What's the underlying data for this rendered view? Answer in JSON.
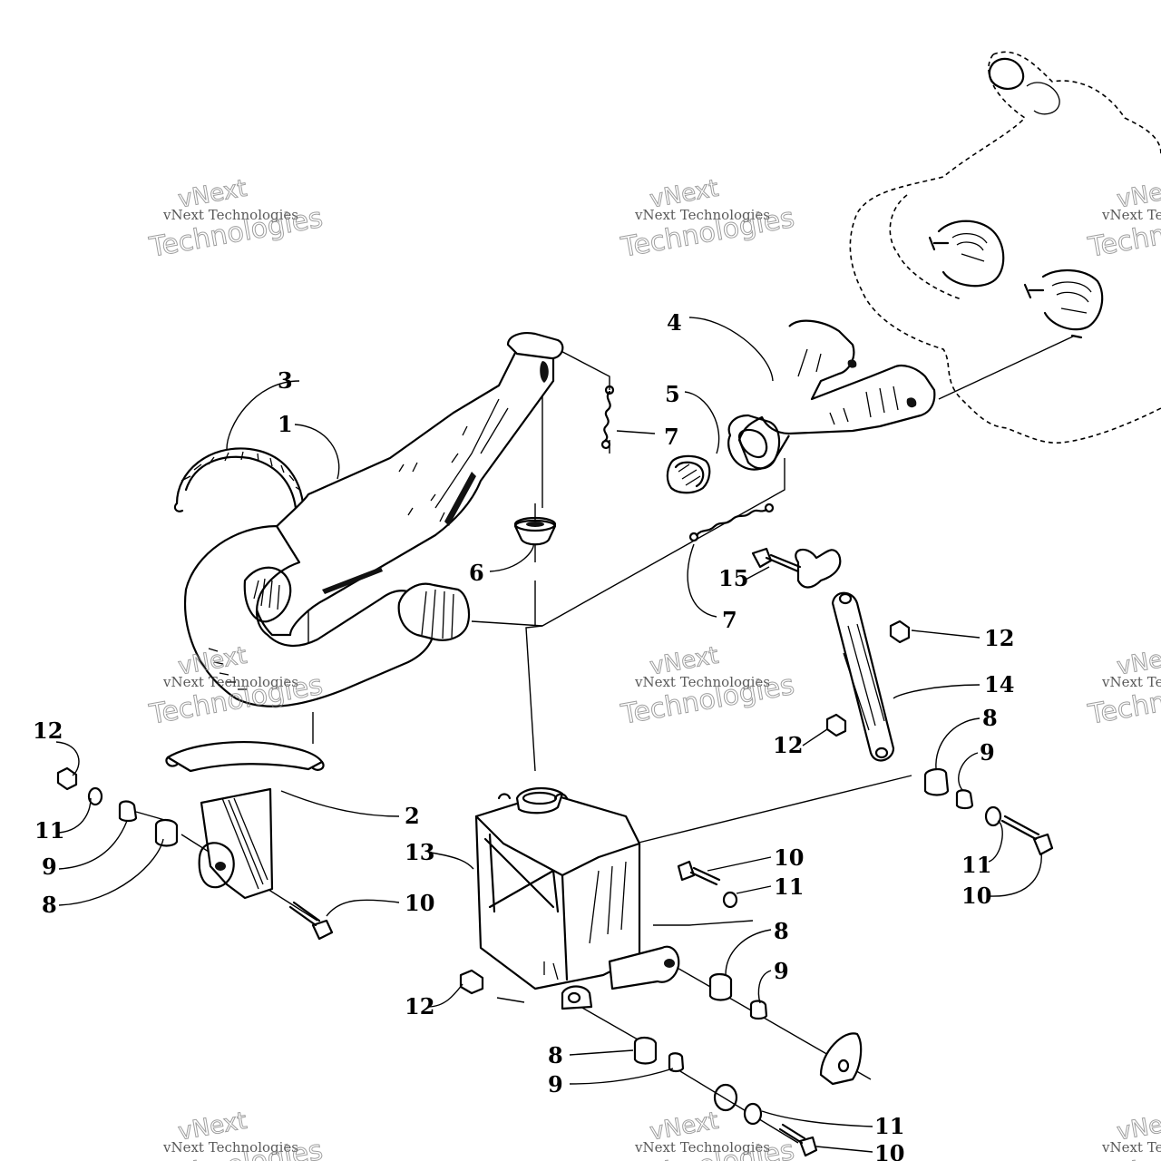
{
  "watermark": {
    "brand_top": "vNext",
    "line_small": "vNext Technologies",
    "line_large": "Technologies"
  },
  "parts": {
    "p1": "1",
    "p2": "2",
    "p3": "3",
    "p4": "4",
    "p5": "5",
    "p6": "6",
    "p7": "7",
    "p8": "8",
    "p9": "9",
    "p10": "10",
    "p11": "11",
    "p12": "12",
    "p13": "13",
    "p14": "14",
    "p15": "15"
  }
}
